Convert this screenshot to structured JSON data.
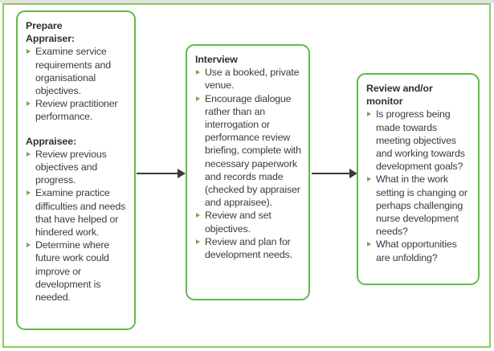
{
  "figure": {
    "frame_color": "#8cc765",
    "box_border_color": "#5fbb46",
    "bullet_color": "#6ab04a",
    "arrow_color": "#3a3a3c",
    "text_color": "#3b3a3e"
  },
  "boxes": [
    {
      "id": "prepare",
      "title": "Prepare",
      "subtitle": "Appraiser:",
      "bullets": [
        "Examine service requirements and organisational objectives.",
        "Review practitioner performance."
      ],
      "subtitle2": "Appraisee:",
      "bullets2": [
        "Review previous objectives and progress.",
        "Examine practice difficulties and needs that have helped or hindered work.",
        "Determine where future work could improve or development is needed."
      ]
    },
    {
      "id": "interview",
      "title": "Interview",
      "bullets": [
        "Use a booked, private venue.",
        "Encourage dialogue rather than an interrogation or performance review briefing, complete with necessary paperwork and records made (checked by appraiser and appraisee).",
        "Review and set objectives.",
        "Review and plan for development needs."
      ]
    },
    {
      "id": "review-monitor",
      "title": "Review and/or",
      "subtitle": "monitor",
      "bullets": [
        "Is progress being made towards meeting objectives and working towards development goals?",
        "What in the work setting is changing or perhaps challenging nurse development needs?",
        "What opportunities are unfolding?"
      ]
    }
  ],
  "arrows": [
    {
      "id": "arrow-prepare-to-interview",
      "name": "arrow-right"
    },
    {
      "id": "arrow-interview-to-review",
      "name": "arrow-right"
    }
  ]
}
